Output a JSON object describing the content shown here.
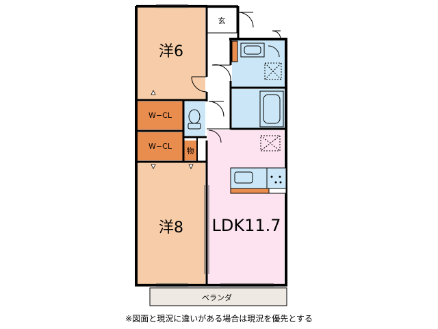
{
  "colors": {
    "western_room": "#f6cda8",
    "closet": "#e98d4f",
    "ldk": "#fde3ef",
    "wet_area": "#cbe7f7",
    "balcony": "#eeeae3",
    "wall": "#000000"
  },
  "rooms": {
    "entrance": "玄",
    "western6": "洋6",
    "closet1": "W−CL",
    "closet2": "W−CL",
    "storage": "物",
    "western8": "洋8",
    "ldk": "LDK11.7",
    "balcony": "ベランダ"
  },
  "icons": [
    "door-swing-icon",
    "toilet-icon",
    "washbasin-icon",
    "bathtub-icon",
    "washing-machine-pan-icon",
    "kitchen-sink-icon",
    "stove-icon",
    "fridge-space-icon",
    "ventilation-icon",
    "window-icon"
  ],
  "note": "※図面と現況に違いがある場合は現況を優先とする"
}
